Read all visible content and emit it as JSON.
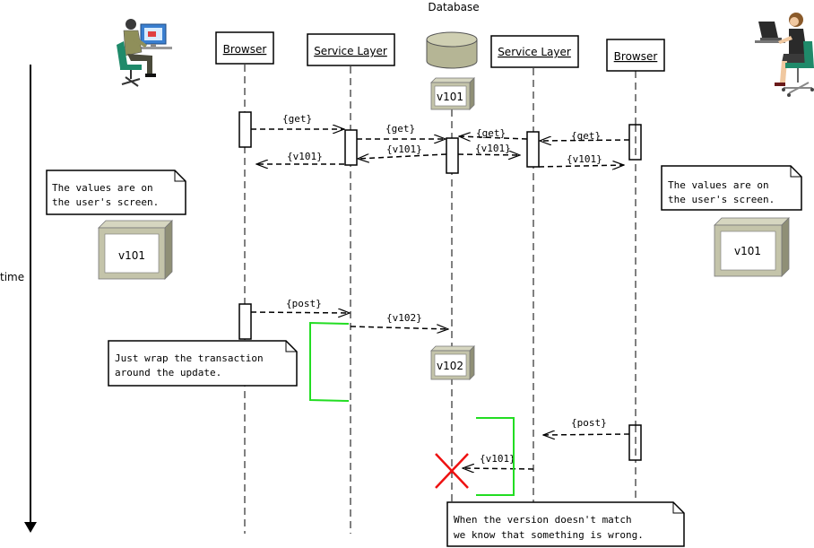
{
  "title": "Database",
  "time_label": "time",
  "participants": {
    "browser_left": "Browser",
    "service_left": "Service Layer",
    "service_right": "Service Layer",
    "browser_right": "Browser"
  },
  "versions": {
    "db_top": "v101",
    "db_bottom": "v102",
    "screen_left": "v101",
    "screen_right": "v101"
  },
  "messages": {
    "get_1": "{get}",
    "get_2": "{get}",
    "get_3": "{get}",
    "get_4": "{get}",
    "v101_1": "{v101}",
    "v101_2": "{v101}",
    "v101_3": "{v101}",
    "v101_4": "{v101}",
    "post_1": "{post}",
    "v102": "{v102}",
    "post_2": "{post}",
    "v101_5": "{v101}"
  },
  "notes": {
    "screen_left": [
      "The values are on",
      "the user's screen."
    ],
    "screen_right": [
      "The values are on",
      "the user's screen."
    ],
    "wrap": [
      "Just wrap the transaction",
      "around the update."
    ],
    "mismatch": [
      "When the version doesn't match",
      "we know that something is wrong."
    ]
  },
  "colors": {
    "bracket": "#22dd22",
    "cross": "#ee1111",
    "db_fill": "#b5b595",
    "box_shade": "#a8a890"
  },
  "icons": {
    "left_actor": "man-at-computer-icon",
    "right_actor": "woman-at-computer-icon",
    "database": "database-cylinder-icon"
  }
}
